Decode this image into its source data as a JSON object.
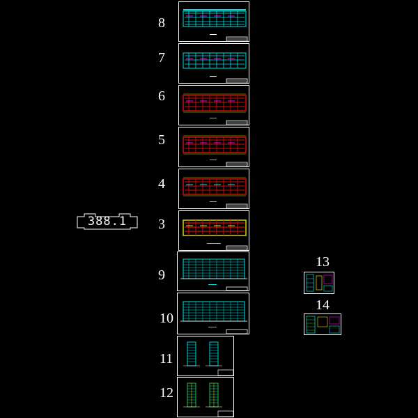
{
  "canvas": {
    "background": "#000000"
  },
  "colors": {
    "frame": "#ffffff",
    "plan_cyan": "#00e5e5",
    "plan_red": "#d01010",
    "plan_yellow": "#e8e000",
    "plan_magenta": "#ff00ff",
    "elev_cyan": "#00e5e5",
    "section_green": "#30d030"
  },
  "block_label": {
    "text": "388.1"
  },
  "sheets": [
    {
      "number": "8",
      "kind": "floor-plan",
      "palette": "cyan"
    },
    {
      "number": "7",
      "kind": "floor-plan",
      "palette": "cyan"
    },
    {
      "number": "6",
      "kind": "floor-plan",
      "palette": "red"
    },
    {
      "number": "5",
      "kind": "floor-plan",
      "palette": "red"
    },
    {
      "number": "4",
      "kind": "floor-plan",
      "palette": "red"
    },
    {
      "number": "3",
      "kind": "floor-plan",
      "palette": "red-yellow"
    },
    {
      "number": "9",
      "kind": "elevation",
      "palette": "cyan"
    },
    {
      "number": "10",
      "kind": "elevation",
      "palette": "cyan"
    },
    {
      "number": "11",
      "kind": "section",
      "palette": "cyan"
    },
    {
      "number": "12",
      "kind": "section",
      "palette": "cyan-green"
    },
    {
      "number": "13",
      "kind": "detail",
      "palette": "mixed"
    },
    {
      "number": "14",
      "kind": "detail",
      "palette": "mixed"
    }
  ]
}
